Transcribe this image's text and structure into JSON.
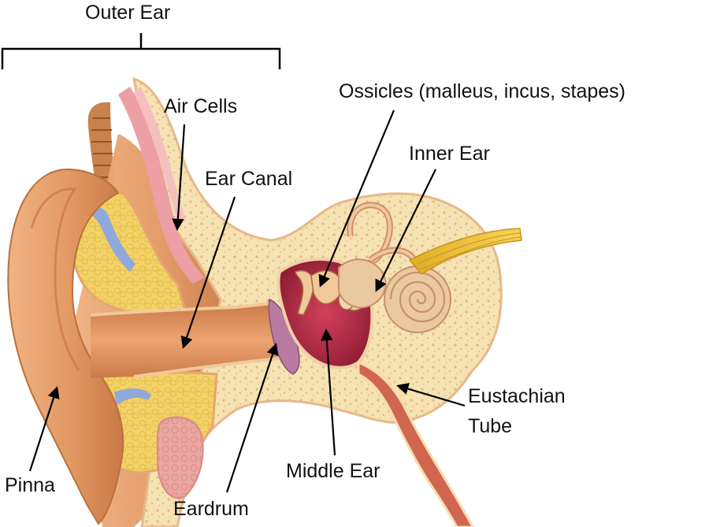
{
  "labels": {
    "outer_ear": "Outer Ear",
    "air_cells": "Air Cells",
    "ear_canal": "Ear Canal",
    "ossicles": "Ossicles (malleus, incus, stapes)",
    "inner_ear": "Inner Ear",
    "eustachian_line1": "Eustachian",
    "eustachian_line2": "Tube",
    "pinna": "Pinna",
    "middle_ear": "Middle Ear",
    "eardrum": "Eardrum"
  },
  "colors": {
    "skin": "#e9a070",
    "skin_dark": "#c97844",
    "bone": "#f6e2b3",
    "bone_spot": "#d9bd85",
    "fat": "#f3d267",
    "fat_cell": "#e2b948",
    "blue_vessel": "#8fa9dc",
    "canal": "#e49862",
    "middle_ear_red": "#c4304c",
    "middle_ear_dark": "#8c1c33",
    "eardrum": "#b87aa0",
    "pink_tissue": "#eaa6a0",
    "cochlea": "#eac9a0",
    "nerve": "#f2c63a",
    "line": "#000000"
  }
}
